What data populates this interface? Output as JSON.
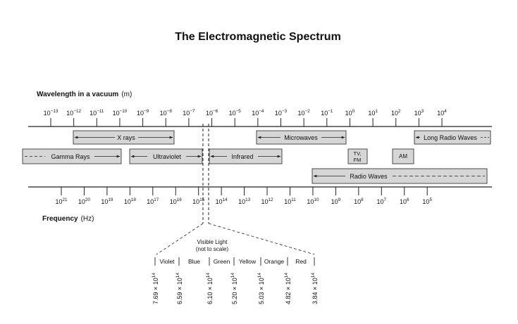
{
  "title": "The Electromagnetic Spectrum",
  "wavelength_axis": {
    "label_bold": "Wavelength in a vacuum",
    "label_unit": "(m)",
    "ticks": [
      {
        "base": "10",
        "exp": "−13"
      },
      {
        "base": "10",
        "exp": "−12"
      },
      {
        "base": "10",
        "exp": "−11"
      },
      {
        "base": "10",
        "exp": "−10"
      },
      {
        "base": "10",
        "exp": "−9"
      },
      {
        "base": "10",
        "exp": "−8"
      },
      {
        "base": "10",
        "exp": "−7"
      },
      {
        "base": "10",
        "exp": "−6"
      },
      {
        "base": "10",
        "exp": "−5"
      },
      {
        "base": "10",
        "exp": "−4"
      },
      {
        "base": "10",
        "exp": "−3"
      },
      {
        "base": "10",
        "exp": "−2"
      },
      {
        "base": "10",
        "exp": "−1"
      },
      {
        "base": "10",
        "exp": "0"
      },
      {
        "base": "10",
        "exp": "1"
      },
      {
        "base": "10",
        "exp": "2"
      },
      {
        "base": "10",
        "exp": "3"
      },
      {
        "base": "10",
        "exp": "4"
      }
    ]
  },
  "frequency_axis": {
    "label_bold": "Frequency",
    "label_unit": "(Hz)",
    "ticks": [
      {
        "base": "10",
        "exp": "21"
      },
      {
        "base": "10",
        "exp": "20"
      },
      {
        "base": "10",
        "exp": "19"
      },
      {
        "base": "10",
        "exp": "18"
      },
      {
        "base": "10",
        "exp": "17"
      },
      {
        "base": "10",
        "exp": "16"
      },
      {
        "base": "10",
        "exp": "15"
      },
      {
        "base": "10",
        "exp": "14"
      },
      {
        "base": "10",
        "exp": "13"
      },
      {
        "base": "10",
        "exp": "12"
      },
      {
        "base": "10",
        "exp": "11"
      },
      {
        "base": "10",
        "exp": "10"
      },
      {
        "base": "10",
        "exp": "9"
      },
      {
        "base": "10",
        "exp": "8"
      },
      {
        "base": "10",
        "exp": "7"
      },
      {
        "base": "10",
        "exp": "6"
      },
      {
        "base": "10",
        "exp": "5"
      }
    ]
  },
  "bands": [
    {
      "id": "x-rays",
      "label": "X rays"
    },
    {
      "id": "microwaves",
      "label": "Microwaves"
    },
    {
      "id": "long-radio-waves",
      "label": "Long Radio Waves"
    },
    {
      "id": "gamma-rays",
      "label": "Gamma Rays"
    },
    {
      "id": "ultraviolet",
      "label": "Ultraviolet"
    },
    {
      "id": "infrared",
      "label": "Infrared"
    },
    {
      "id": "tv-fm",
      "label_line1": "TV,",
      "label_line2": "FM"
    },
    {
      "id": "am",
      "label": "AM"
    },
    {
      "id": "radio-waves",
      "label": "Radio Waves"
    }
  ],
  "visible_light": {
    "title_line1": "Visible Light",
    "title_line2": "(not to scale)",
    "colors": [
      "Violet",
      "Blue",
      "Green",
      "Yellow",
      "Orange",
      "Red"
    ],
    "boundaries": [
      {
        "mantissa": "7.69 × 10",
        "exp": "14"
      },
      {
        "mantissa": "6.59 × 10",
        "exp": "14"
      },
      {
        "mantissa": "6.10 × 10",
        "exp": "14"
      },
      {
        "mantissa": "5.20 × 10",
        "exp": "14"
      },
      {
        "mantissa": "5.03 × 10",
        "exp": "14"
      },
      {
        "mantissa": "4.82 × 10",
        "exp": "14"
      },
      {
        "mantissa": "3.84 × 10",
        "exp": "14"
      }
    ]
  },
  "colors": {
    "band_fill": "#d6d6d6",
    "stroke": "#222222",
    "text": "#111111"
  }
}
